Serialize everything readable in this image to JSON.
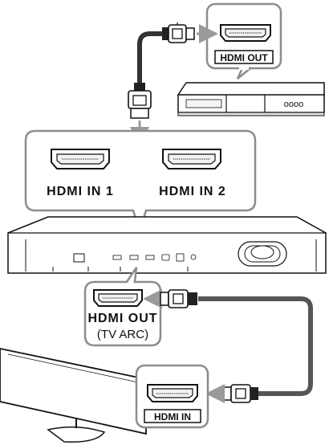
{
  "labels": {
    "player_port": "HDMI OUT",
    "soundbar_in1": "HDMI IN 1",
    "soundbar_in2": "HDMI IN 2",
    "soundbar_out_line1": "HDMI OUT",
    "soundbar_out_line2": "(TV ARC)",
    "tv_port": "HDMI IN",
    "player_buttons": "oooo"
  }
}
